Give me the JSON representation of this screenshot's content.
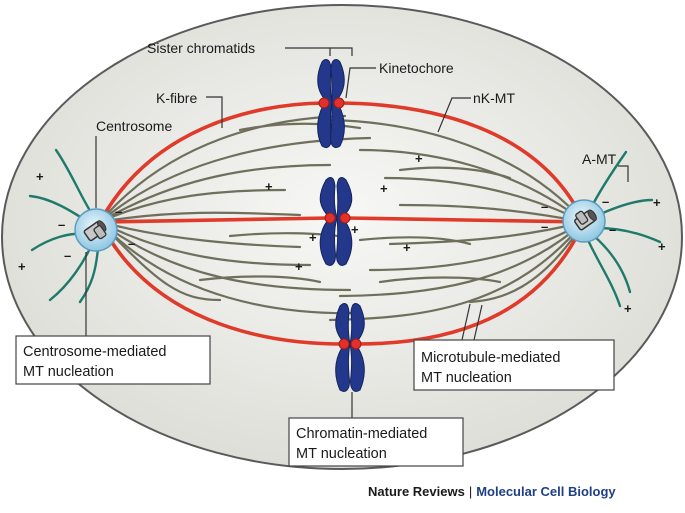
{
  "labels": {
    "sister_chromatids": "Sister chromatids",
    "kinetochore": "Kinetochore",
    "k_fibre": "K-fibre",
    "nk_mt": "nK-MT",
    "centrosome": "Centrosome",
    "a_mt": "A-MT"
  },
  "boxes": {
    "centrosome_nucleation": [
      "Centrosome-mediated",
      "MT nucleation"
    ],
    "microtubule_nucleation": [
      "Microtubule-mediated",
      "MT nucleation"
    ],
    "chromatin_nucleation": [
      "Chromatin-mediated",
      "MT nucleation"
    ]
  },
  "signs": {
    "plus": "+",
    "minus": "–"
  },
  "credit": {
    "publisher": "Nature Reviews",
    "separator": "|",
    "journal": "Molecular Cell Biology"
  },
  "colors": {
    "cell_fill": "#e6e6e1",
    "cell_stroke": "#5a5a5a",
    "k_fibre": "#e03a2a",
    "nk_mt": "#6f6f5c",
    "astral_mt": "#1f7a6b",
    "chromosome": "#23388a",
    "kinetochore": "#e2312a",
    "centrosome_ring": "#7ab7d8",
    "journal_blue": "#1f3f86"
  }
}
